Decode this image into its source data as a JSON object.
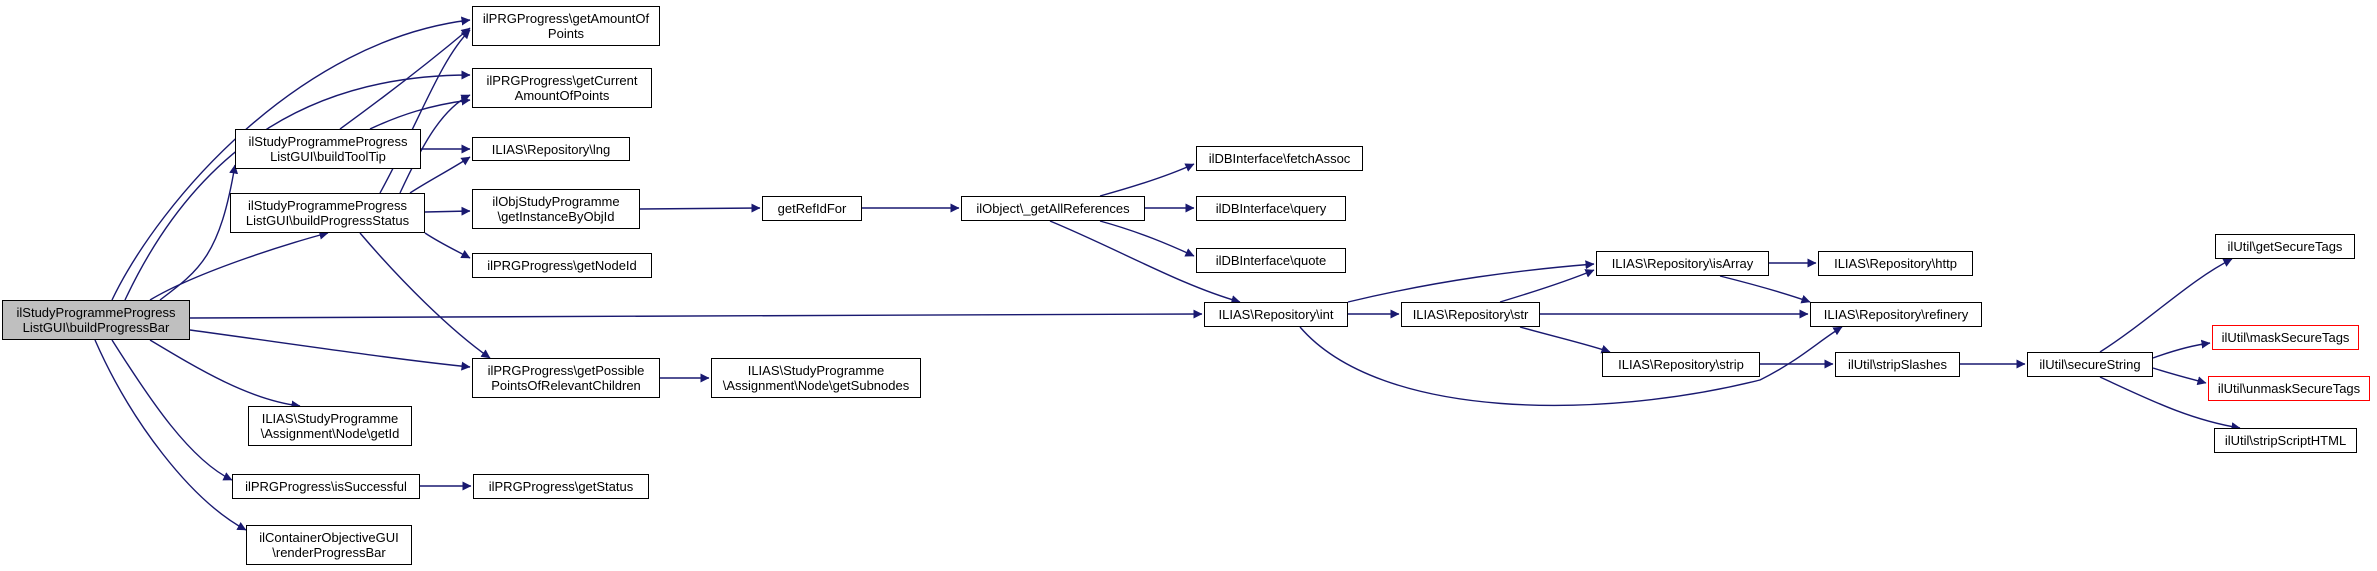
{
  "diagram": {
    "colors": {
      "edge": "#191970",
      "node_border": "#000000",
      "root_fill": "#bfbfbf",
      "truncated_border": "#ff0000"
    },
    "nodes": [
      {
        "id": "n0",
        "label": "ilStudyProgrammeProgress\nListGUI\\buildProgressBar"
      },
      {
        "id": "n1",
        "label": "ilPRGProgress\\getAmountOf\nPoints"
      },
      {
        "id": "n2",
        "label": "ilPRGProgress\\getCurrent\nAmountOfPoints"
      },
      {
        "id": "n3",
        "label": "ilStudyProgrammeProgress\nListGUI\\buildToolTip"
      },
      {
        "id": "n4",
        "label": "ILIAS\\Repository\\lng"
      },
      {
        "id": "n5",
        "label": "ilStudyProgrammeProgress\nListGUI\\buildProgressStatus"
      },
      {
        "id": "n6",
        "label": "ilObjStudyProgramme\n\\getInstanceByObjId"
      },
      {
        "id": "n7",
        "label": "getRefIdFor"
      },
      {
        "id": "n8",
        "label": "ilObject\\_getAllReferences"
      },
      {
        "id": "n9",
        "label": "ilDBInterface\\fetchAssoc"
      },
      {
        "id": "n10",
        "label": "ilDBInterface\\query"
      },
      {
        "id": "n11",
        "label": "ilDBInterface\\quote"
      },
      {
        "id": "n12",
        "label": "ilPRGProgress\\getNodeId"
      },
      {
        "id": "n13",
        "label": "ILIAS\\Repository\\int"
      },
      {
        "id": "n14",
        "label": "ILIAS\\Repository\\str"
      },
      {
        "id": "n15",
        "label": "ILIAS\\Repository\\isArray"
      },
      {
        "id": "n16",
        "label": "ILIAS\\Repository\\http"
      },
      {
        "id": "n17",
        "label": "ILIAS\\Repository\\refinery"
      },
      {
        "id": "n18",
        "label": "ILIAS\\Repository\\strip"
      },
      {
        "id": "n19",
        "label": "ilUtil\\stripSlashes"
      },
      {
        "id": "n20",
        "label": "ilUtil\\secureString"
      },
      {
        "id": "n21",
        "label": "ilUtil\\getSecureTags"
      },
      {
        "id": "n22",
        "label": "ilUtil\\maskSecureTags"
      },
      {
        "id": "n23",
        "label": "ilUtil\\unmaskSecureTags"
      },
      {
        "id": "n24",
        "label": "ilUtil\\stripScriptHTML"
      },
      {
        "id": "n25",
        "label": "ilPRGProgress\\getPossible\nPointsOfRelevantChildren"
      },
      {
        "id": "n26",
        "label": "ILIAS\\StudyProgramme\n\\Assignment\\Node\\getSubnodes"
      },
      {
        "id": "n27",
        "label": "ILIAS\\StudyProgramme\n\\Assignment\\Node\\getId"
      },
      {
        "id": "n28",
        "label": "ilPRGProgress\\isSuccessful"
      },
      {
        "id": "n29",
        "label": "ilPRGProgress\\getStatus"
      },
      {
        "id": "n30",
        "label": "ilContainerObjectiveGUI\n\\renderProgressBar"
      }
    ]
  }
}
